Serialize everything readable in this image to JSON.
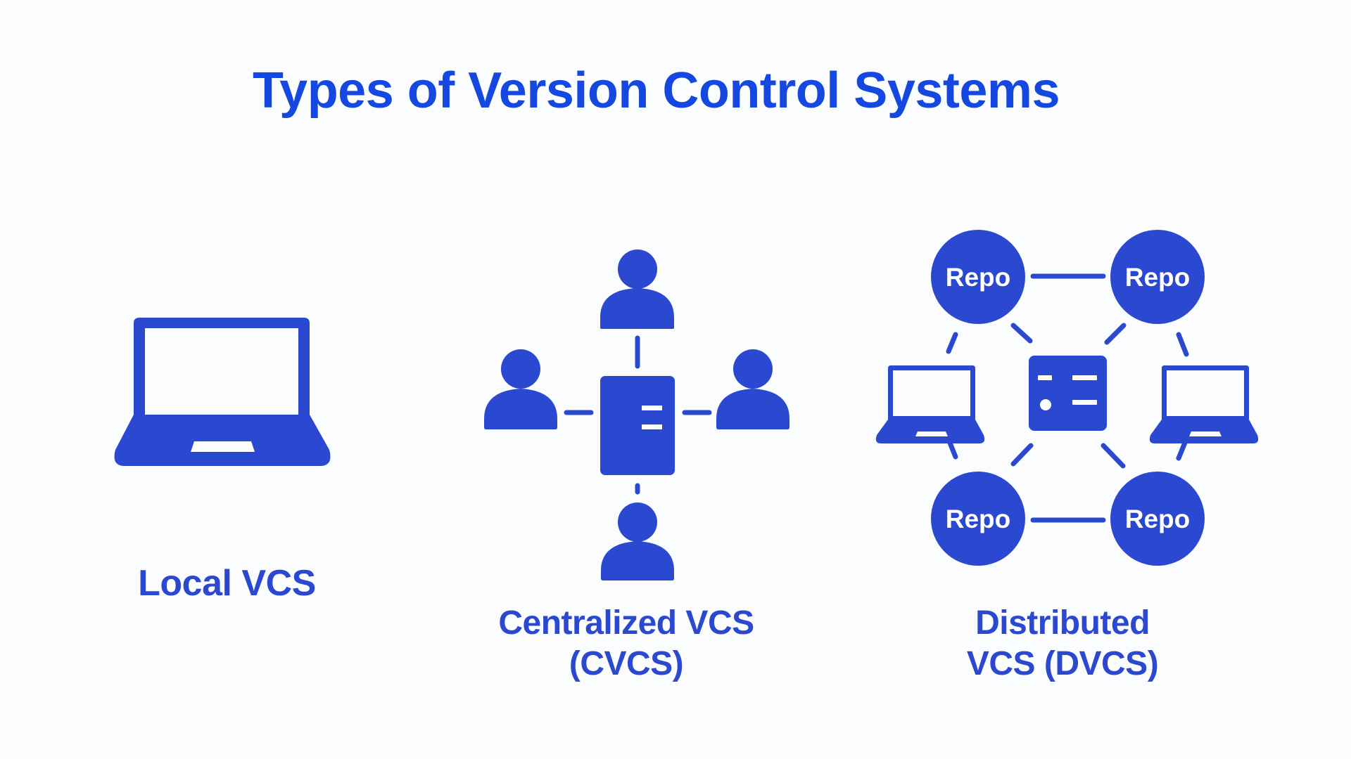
{
  "title": "Types of Version Control Systems",
  "colors": {
    "title": "#1548E0",
    "icon": "#2B48D0",
    "background": "#FBFCFE",
    "icon_inner": "#FFFFFF"
  },
  "sections": [
    {
      "id": "local",
      "icon": "laptop-icon",
      "label_lines": [
        "Local VCS"
      ]
    },
    {
      "id": "centralized",
      "icon": "central-server-with-users-icon",
      "nodes": [
        "user",
        "user",
        "user",
        "user",
        "server"
      ],
      "label_lines": [
        "Centralized VCS",
        "(CVCS)"
      ]
    },
    {
      "id": "distributed",
      "icon": "distributed-repos-network-icon",
      "repo_label": "Repo",
      "repos": [
        "Repo",
        "Repo",
        "Repo",
        "Repo"
      ],
      "nodes": [
        "laptop",
        "server",
        "laptop"
      ],
      "label_lines": [
        "Distributed",
        "VCS (DVCS)"
      ]
    }
  ]
}
